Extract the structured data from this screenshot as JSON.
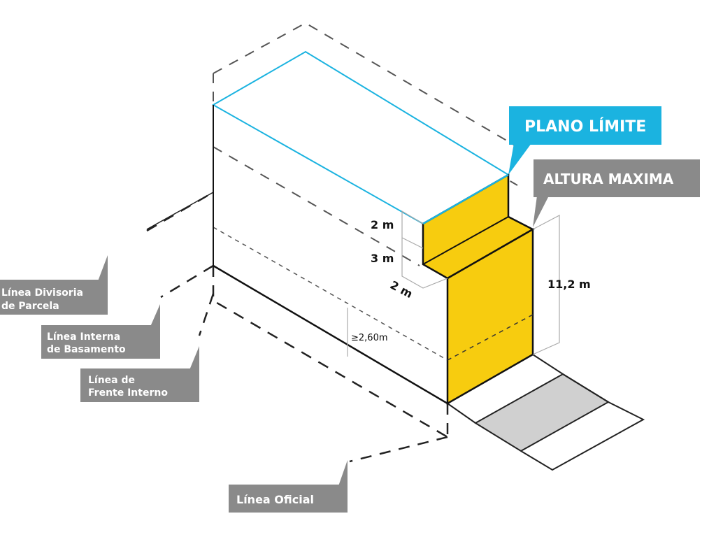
{
  "labels": {
    "plano_limite": "PLANO LÍMITE",
    "altura_maxima": "ALTURA MAXIMA",
    "linea_divisoria_1": "Línea Divisoria",
    "linea_divisoria_2": "de Parcela",
    "linea_interna_1": "Línea Interna",
    "linea_interna_2": "de Basamento",
    "linea_frente_1": "Línea de",
    "linea_frente_2": "Frente Interno",
    "linea_oficial": "Línea Oficial"
  },
  "dimensions": {
    "d_2m_top": "2 m",
    "d_3m": "3 m",
    "d_2m_depth": "2 m",
    "d_11_2m": "11,2 m",
    "d_2_60m": "≥2,60m"
  },
  "colors": {
    "yellow": "#f7cc0f",
    "cyan": "#1bb3e0",
    "label_gray": "#8a8a8a",
    "sidewalk": "#d0d0d0"
  }
}
